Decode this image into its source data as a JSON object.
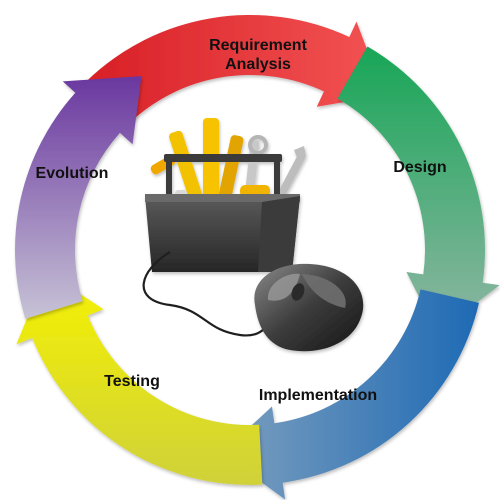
{
  "diagram": {
    "stages": [
      {
        "label_lines": [
          "Requirement",
          "Analysis"
        ],
        "color_start": "#e2242b",
        "color_end": "#f24a4a"
      },
      {
        "label_lines": [
          "Design"
        ],
        "color_start": "#1aa85a",
        "color_end": "#7fb79a"
      },
      {
        "label_lines": [
          "Implementation"
        ],
        "color_start": "#1f6fb8",
        "color_end": "#7fa0c0"
      },
      {
        "label_lines": [
          "Testing"
        ],
        "color_start": "#d8d42a",
        "color_end": "#f4f000"
      },
      {
        "label_lines": [
          "Evolution"
        ],
        "color_start": "#b9b4cc",
        "color_end": "#6b3aa0"
      }
    ],
    "center_image": [
      "toolbox-icon",
      "computer-mouse-icon"
    ]
  }
}
